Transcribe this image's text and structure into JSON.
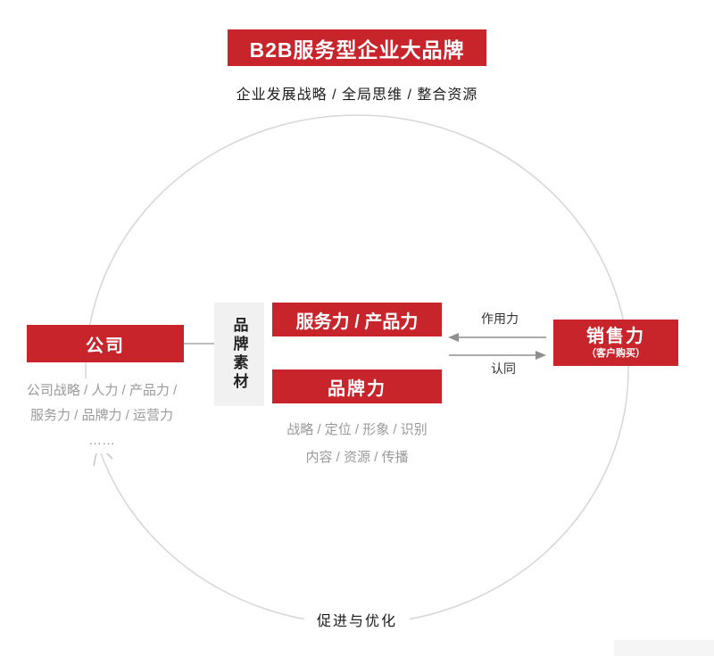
{
  "title": "B2B服务型企业大品牌",
  "subtitle": "企业发展战略 / 全局思维 / 整合资源",
  "company": {
    "label": "公司",
    "details": [
      "公司战略 / 人力 / 产品力 /",
      "服务力 / 品牌力 / 运营力",
      "……"
    ]
  },
  "brand_material": {
    "label": "品牌素材"
  },
  "service_product": {
    "label": "服务力 / 产品力"
  },
  "brand_power": {
    "label": "品牌力",
    "details": [
      "战略 / 定位 / 形象 / 识别",
      "内容 / 资源 / 传播"
    ]
  },
  "sales": {
    "label": "销售力",
    "sublabel": "（客户购买）"
  },
  "arrows": {
    "top_label": "作用力",
    "bottom_label": "认同"
  },
  "cycle": {
    "bottom_label": "促进与优化"
  },
  "colors": {
    "accent_red": "#C8242B",
    "muted_text": "#9a9a9a",
    "circle_stroke": "#d6d6d6",
    "arrow_gray": "#8f8f8f",
    "material_bg": "#f1f1f1"
  }
}
